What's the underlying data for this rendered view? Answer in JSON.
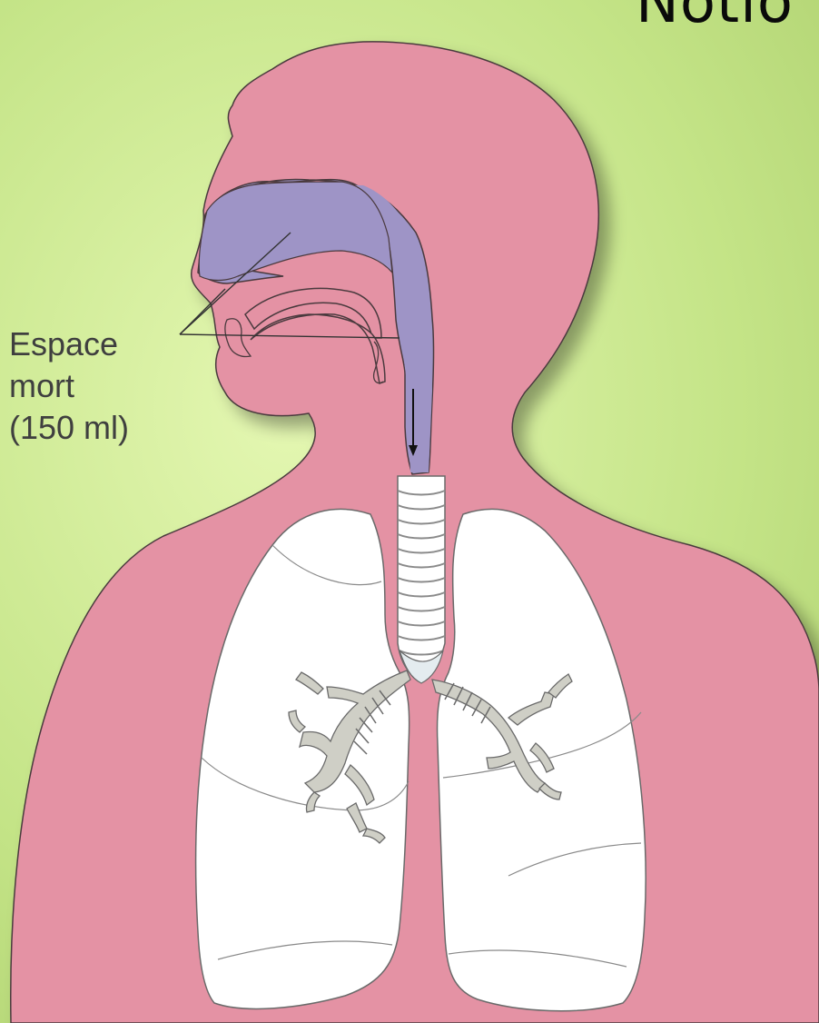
{
  "heading_partial": "Notio",
  "label": {
    "line1": "Espace",
    "line2": "mort",
    "line3": "(150 ml)"
  },
  "colors": {
    "background": "#c8e890",
    "body": "#e492a4",
    "airway": "#9e94c6",
    "lungs": "#ffffff",
    "bronchi": "#cfcfc6",
    "outline": "#4a3a3e"
  }
}
